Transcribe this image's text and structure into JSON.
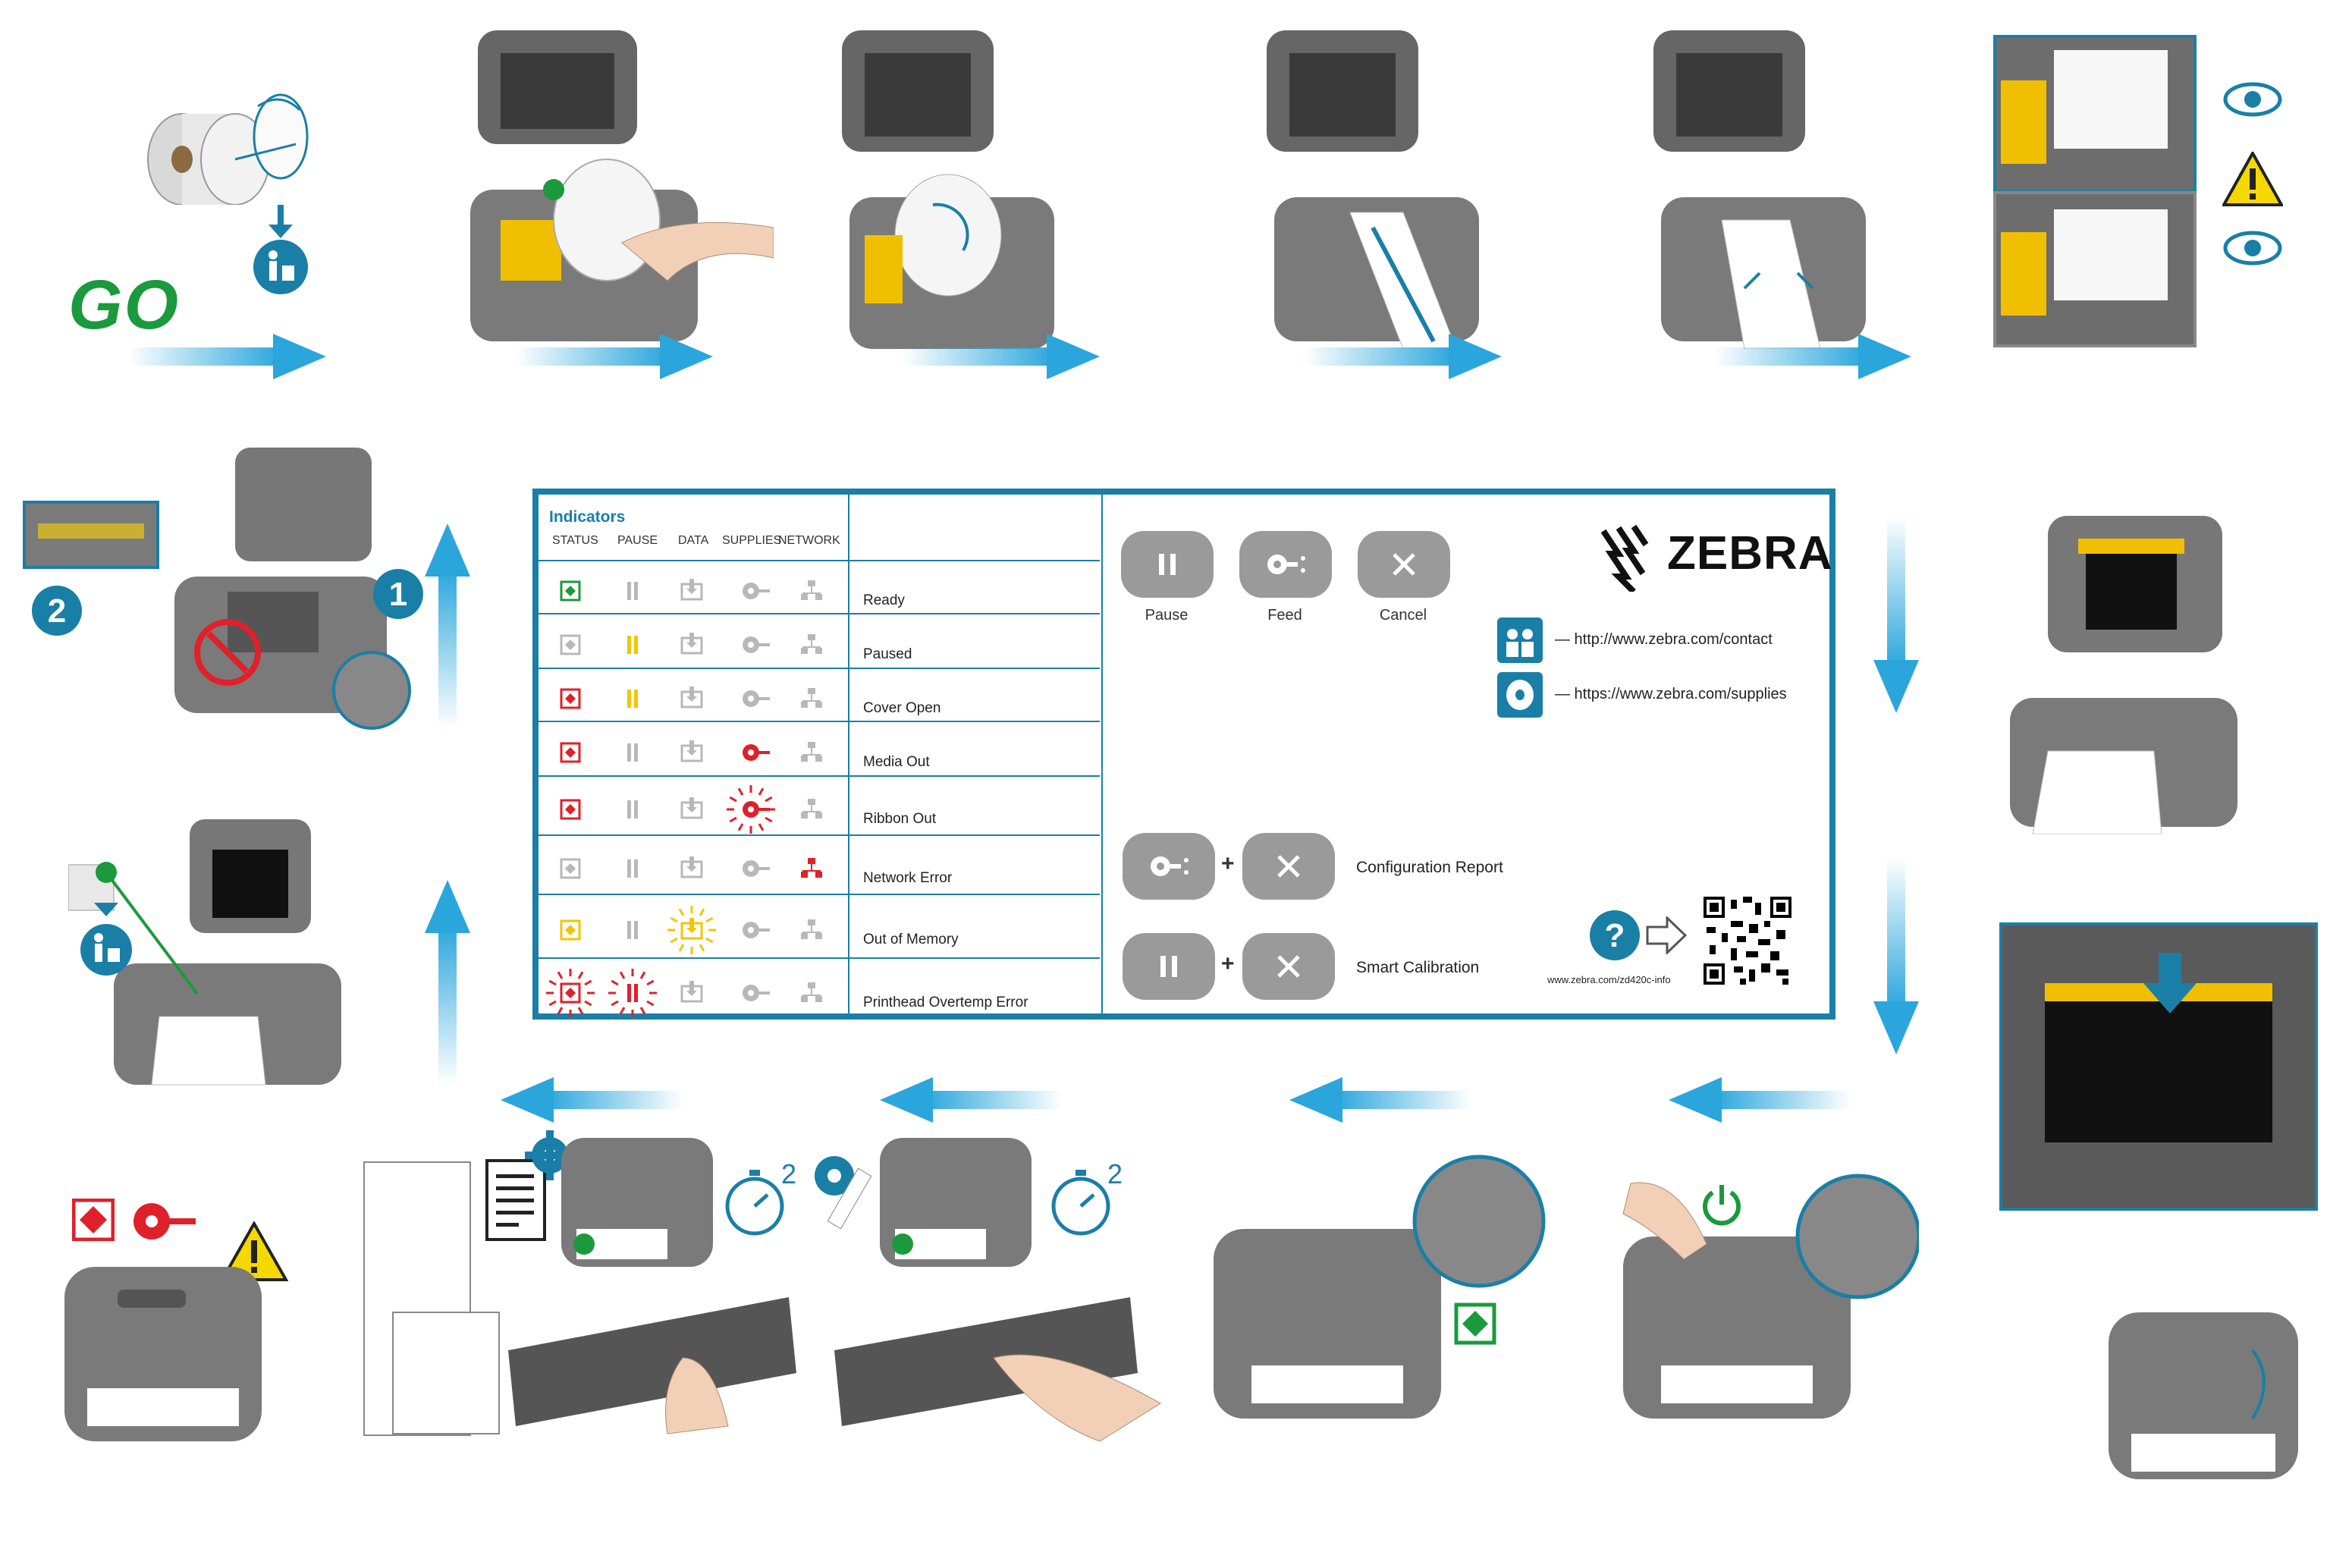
{
  "go_label": "GO",
  "colors": {
    "brand_blue": "#1a7fa6",
    "arrow_blue": "#2aa6dc",
    "green": "#1a9a3c",
    "red": "#e0202a",
    "yellow": "#f5c400",
    "gray": "#9a9a9a"
  },
  "indicators": {
    "title": "Indicators",
    "columns": [
      "STATUS",
      "PAUSE",
      "DATA",
      "SUPPLIES",
      "NETWORK"
    ],
    "rows": [
      {
        "label": "Ready",
        "status": "green",
        "pause": "off",
        "data": "off",
        "supplies": "off",
        "network": "off"
      },
      {
        "label": "Paused",
        "status": "off",
        "pause": "yellow",
        "data": "off",
        "supplies": "off",
        "network": "off"
      },
      {
        "label": "Cover Open",
        "status": "red",
        "pause": "yellow",
        "data": "off",
        "supplies": "off",
        "network": "off"
      },
      {
        "label": "Media Out",
        "status": "red",
        "pause": "off",
        "data": "off",
        "supplies": "red",
        "network": "off"
      },
      {
        "label": "Ribbon Out",
        "status": "red",
        "pause": "off",
        "data": "off",
        "supplies": "red-flash",
        "network": "off"
      },
      {
        "label": "Network Error",
        "status": "off",
        "pause": "off",
        "data": "off",
        "supplies": "off",
        "network": "red"
      },
      {
        "label": "Out of Memory",
        "status": "yellow",
        "pause": "off",
        "data": "yellow-flash",
        "supplies": "off",
        "network": "off"
      },
      {
        "label": "Printhead Overtemp Error",
        "status": "red-flash",
        "pause": "red-flash",
        "data": "off",
        "supplies": "off",
        "network": "off"
      }
    ]
  },
  "buttons": {
    "pause": "Pause",
    "feed": "Feed",
    "cancel": "Cancel"
  },
  "combos": {
    "plus": "+",
    "config_report": "Configuration Report",
    "smart_calibration": "Smart Calibration"
  },
  "brand": {
    "name": "ZEBRA",
    "contact_link": "— http://www.zebra.com/contact",
    "supplies_link": "— https://www.zebra.com/supplies",
    "info_url": "www.zebra.com/zd420c-info"
  },
  "step_numbers": {
    "one": "1",
    "two": "2",
    "times_two": "2"
  }
}
